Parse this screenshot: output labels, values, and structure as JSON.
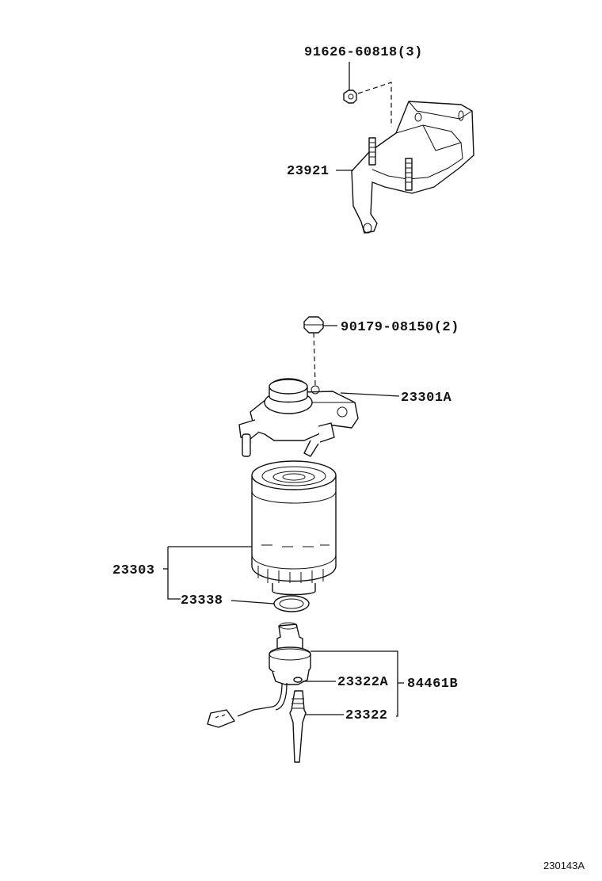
{
  "labels": {
    "nut_top": "91626-60818(3)",
    "bracket": "23921",
    "bolt": "90179-08150(2)",
    "filter_head": "23301A",
    "filter_element": "23303",
    "o_ring": "23338",
    "sensor_seal": "23322A",
    "sensor_assy": "84461B",
    "sensor": "23322"
  },
  "footer": {
    "diagram_code": "230143A"
  }
}
